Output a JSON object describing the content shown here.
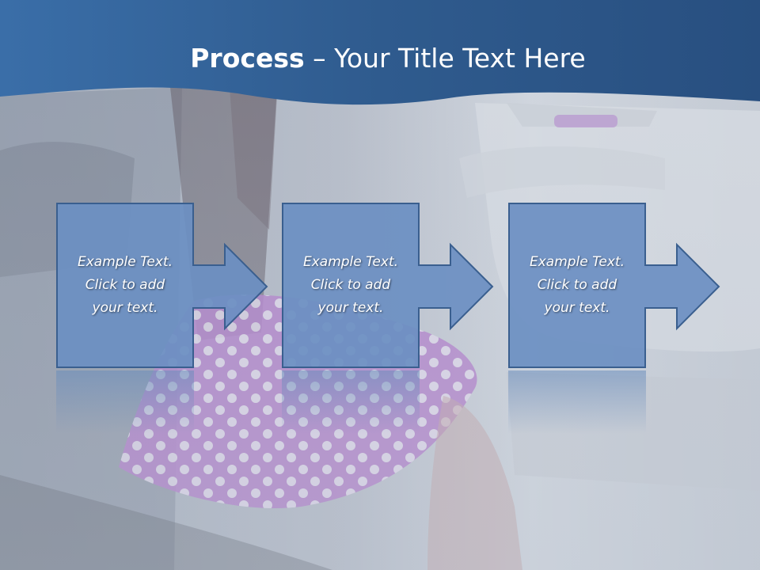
{
  "slide": {
    "title_bold": "Process",
    "title_rest": " – Your Title Text Here"
  },
  "steps": [
    {
      "line1": "Example Text.",
      "line2": "Click  to add",
      "line3": "your text."
    },
    {
      "line1": "Example Text.",
      "line2": "Click  to add",
      "line3": "your text."
    },
    {
      "line1": "Example Text.",
      "line2": "Click  to add",
      "line3": "your text."
    }
  ],
  "colors": {
    "header_blue": "#2f5b8e",
    "box_fill": "#6b8fc2",
    "box_border": "#3a5f8f",
    "dress_purple": "#b26bc9"
  },
  "icons": [
    "arrow-right-icon"
  ]
}
